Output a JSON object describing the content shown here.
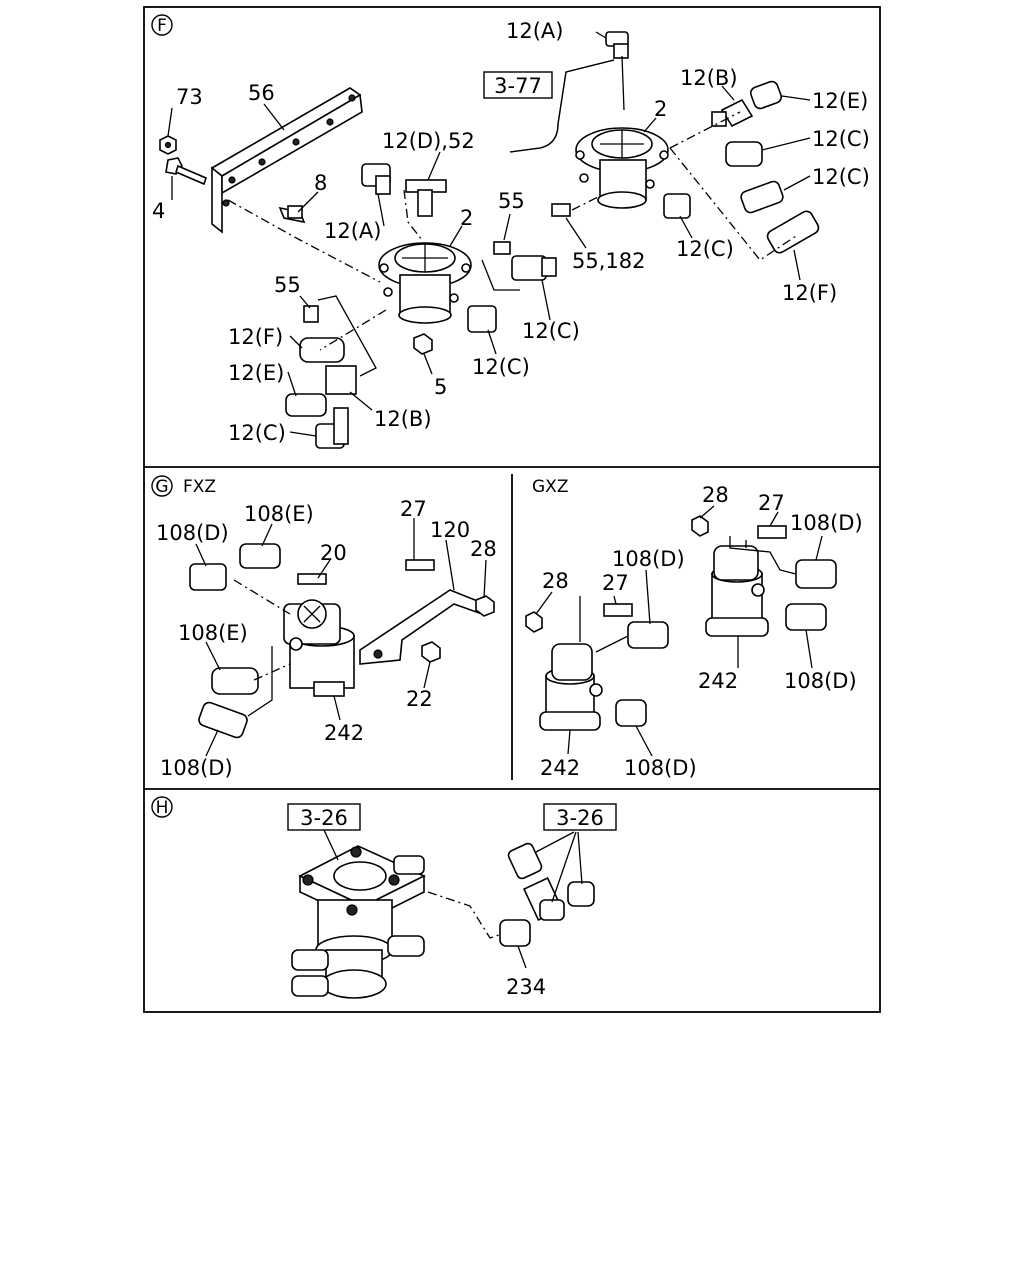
{
  "sections": {
    "F": {
      "marker": "F"
    },
    "G": {
      "marker": "G",
      "left_variant": "FXZ",
      "right_variant": "GXZ"
    },
    "H": {
      "marker": "H"
    }
  },
  "references": {
    "f_3_77": "3-77",
    "h_3_26_a": "3-26",
    "h_3_26_b": "3-26"
  },
  "labels_f": {
    "l_12a_top": "12(A)",
    "l_73": "73",
    "l_56": "56",
    "l_12d52": "12(D),52",
    "l_12b_top": "12(B)",
    "l_12e_top": "12(E)",
    "l_12c_r1": "12(C)",
    "l_12c_r2": "12(C)",
    "l_2_top": "2",
    "l_8": "8",
    "l_4": "4",
    "l_12a_mid": "12(A)",
    "l_2_mid": "2",
    "l_55_a": "55",
    "l_55_182": "55,182",
    "l_12c_r3": "12(C)",
    "l_12f_right": "12(F)",
    "l_55_b": "55",
    "l_12f_left": "12(F)",
    "l_12c_mid": "12(C)",
    "l_12e_left": "12(E)",
    "l_5": "5",
    "l_12c_low": "12(C)",
    "l_12b_low": "12(B)",
    "l_12c_bot": "12(C)"
  },
  "labels_g": {
    "g_108d_a": "108(D)",
    "g_108e_a": "108(E)",
    "g_20": "20",
    "g_27_a": "27",
    "g_120": "120",
    "g_28_a": "28",
    "g_108e_b": "108(E)",
    "g_22": "22",
    "g_242_a": "242",
    "g_108d_b": "108(D)",
    "g_28_b": "28",
    "g_27_b": "27",
    "g_108d_c": "108(D)",
    "g_28_c": "28",
    "g_27_c": "27",
    "g_108d_d": "108(D)",
    "g_242_b": "242",
    "g_108d_e": "108(D)",
    "g_242_c": "242",
    "g_108d_f": "108(D)"
  },
  "labels_h": {
    "h_234": "234"
  }
}
